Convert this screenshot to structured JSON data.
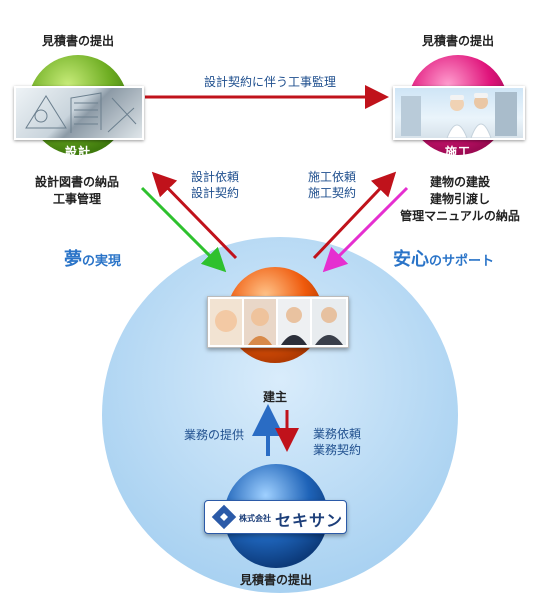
{
  "left_node": {
    "top_label": "見積書の提出",
    "name": "設計",
    "bottom_lines": [
      "設計図書の納品",
      "工事管理"
    ]
  },
  "right_node": {
    "top_label": "見積書の提出",
    "name": "施工",
    "bottom_lines": [
      "建物の建設",
      "建物引渡し",
      "管理マニュアルの納品"
    ]
  },
  "top_arrow_label": "設計契約に伴う工事監理",
  "left_arrow_label": [
    "設計依頼",
    "設計契約"
  ],
  "right_arrow_label": [
    "施工依頼",
    "施工契約"
  ],
  "slogan_left": {
    "main": "夢",
    "rest": "の実現"
  },
  "slogan_right": {
    "main": "安心",
    "rest": "のサポート"
  },
  "center_node": {
    "name": "建主"
  },
  "bottom_left_label": "業務の提供",
  "bottom_right_label": [
    "業務依頼",
    "業務契約"
  ],
  "company": {
    "small": "株式会社",
    "name": "セキサン"
  },
  "bottom_node_label": "見積書の提出",
  "colors": {
    "big_circle": "#b9dcf5",
    "green_sphere": "#6fae23",
    "pink_sphere": "#e0157c",
    "orange_sphere": "#ef5a0c",
    "blue_sphere": "#1e63b8",
    "red_arrow": "#c0121b",
    "blue_arrow": "#2a6cc4",
    "green_arrow": "#2ec12e",
    "magenta_arrow": "#e52fd0"
  }
}
